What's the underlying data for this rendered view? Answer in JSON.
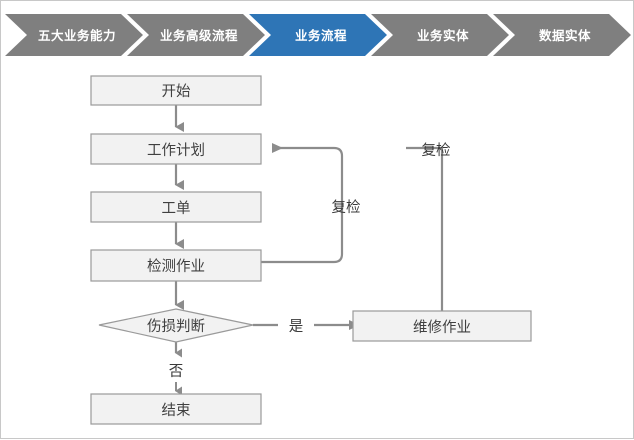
{
  "breadcrumb": {
    "active_color": "#2e75b6",
    "inactive_color": "#7f7f7f",
    "label_color": "#ffffff",
    "items": [
      {
        "label": "五大业务能力",
        "active": false
      },
      {
        "label": "业务高级流程",
        "active": false
      },
      {
        "label": "业务流程",
        "active": true
      },
      {
        "label": "业务实体",
        "active": false
      },
      {
        "label": "数据实体",
        "active": false
      }
    ]
  },
  "flow": {
    "node_fill": "#f2f2f2",
    "node_stroke": "#9a9a9a",
    "connector_color": "#8c8c8c",
    "nodes": [
      {
        "id": "start",
        "label": "开始",
        "shape": "rect"
      },
      {
        "id": "plan",
        "label": "工作计划",
        "shape": "rect"
      },
      {
        "id": "order",
        "label": "工单",
        "shape": "rect"
      },
      {
        "id": "inspect",
        "label": "检测作业",
        "shape": "rect"
      },
      {
        "id": "decide",
        "label": "伤损判断",
        "shape": "diamond"
      },
      {
        "id": "repair",
        "label": "维修作业",
        "shape": "rect"
      },
      {
        "id": "end",
        "label": "结束",
        "shape": "rect"
      }
    ],
    "edge_labels": {
      "recheck_inner": "复检",
      "recheck_outer": "复检",
      "yes": "是",
      "no": "否"
    }
  }
}
